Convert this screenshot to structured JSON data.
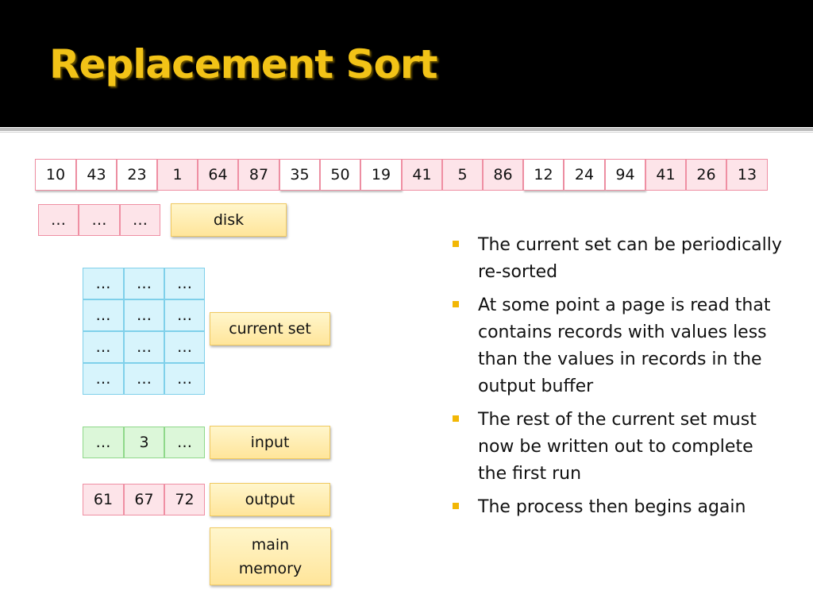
{
  "title": "Replacement Sort",
  "disk_values": [
    "10",
    "43",
    "23",
    "1",
    "64",
    "87",
    "35",
    "50",
    "19",
    "41",
    "5",
    "86",
    "12",
    "24",
    "94",
    "41",
    "26",
    "13"
  ],
  "disk_row2": [
    "…",
    "…",
    "…"
  ],
  "current_set": [
    [
      "…",
      "…",
      "…"
    ],
    [
      "…",
      "…",
      "…"
    ],
    [
      "…",
      "…",
      "…"
    ],
    [
      "…",
      "…",
      "…"
    ]
  ],
  "input": [
    "…",
    "3",
    "…"
  ],
  "output": [
    "61",
    "67",
    "72"
  ],
  "labels": {
    "disk": "disk",
    "current_set": "current set",
    "input": "input",
    "output": "output",
    "main_memory_1": "main",
    "main_memory_2": "memory"
  },
  "bullets": [
    "The current set can be periodically re-sorted",
    "At some point a page is read that contains records with values less than the values in records in the output buffer",
    "The rest of the current set must now be written out to complete the first run",
    "The process then begins again"
  ],
  "colors": {
    "title": "#f2c317",
    "title_bar": "#000000",
    "disk_cell": "#fde4e9",
    "current_set_cell": "#d7f4fc",
    "input_cell": "#dcf7d9",
    "label_box": "#ffe59a",
    "bullet": "#f2b705"
  }
}
